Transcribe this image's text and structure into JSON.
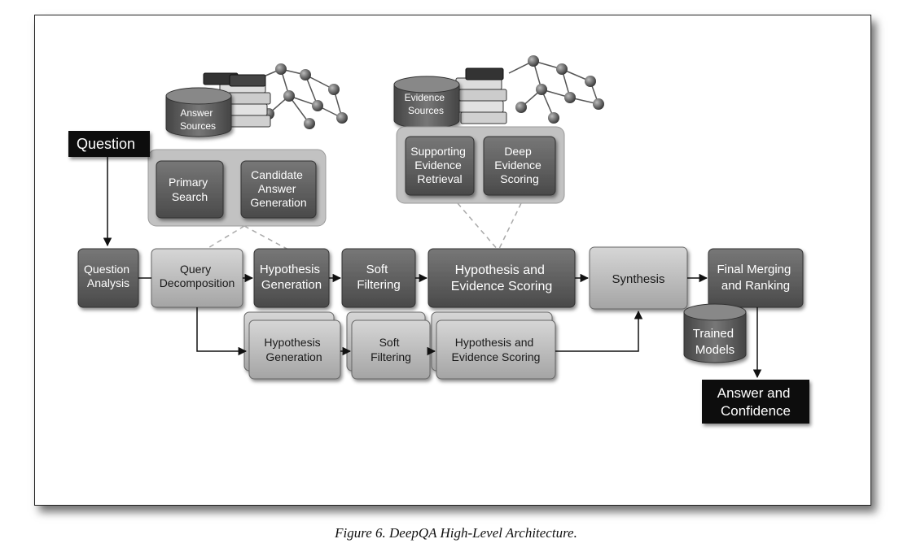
{
  "question_label": "Question",
  "answer_label": [
    "Answer and",
    "Confidence"
  ],
  "answer_sources": [
    "Answer",
    "Sources"
  ],
  "evidence_sources": [
    "Evidence",
    "Sources"
  ],
  "primary_search": [
    "Primary",
    "Search"
  ],
  "candidate_answer_generation": [
    "Candidate",
    "Answer",
    "Generation"
  ],
  "supporting_evidence_retrieval": [
    "Supporting",
    "Evidence",
    "Retrieval"
  ],
  "deep_evidence_scoring": [
    "Deep",
    "Evidence",
    "Scoring"
  ],
  "question_analysis": [
    "Question",
    "Analysis"
  ],
  "query_decomposition": [
    "Query",
    "Decomposition"
  ],
  "hypothesis_generation": [
    "Hypothesis",
    "Generation"
  ],
  "soft_filtering": [
    "Soft",
    "Filtering"
  ],
  "hypothesis_evidence_scoring": [
    "Hypothesis and",
    "Evidence Scoring"
  ],
  "synthesis": "Synthesis",
  "final_merging": [
    "Final Merging",
    "and Ranking"
  ],
  "trained_models": [
    "Trained",
    "Models"
  ],
  "parallel_hypothesis_generation": [
    "Hypothesis",
    "Generation"
  ],
  "parallel_soft_filtering": [
    "Soft",
    "Filtering"
  ],
  "parallel_hypothesis_evidence_scoring": [
    "Hypothesis and",
    "Evidence Scoring"
  ],
  "caption": "Figure 6. DeepQA High-Level Architecture.",
  "colors": {
    "dark_box": "#5b5b5b",
    "light_box": "#b3b3b3",
    "label_black": "#111111"
  }
}
